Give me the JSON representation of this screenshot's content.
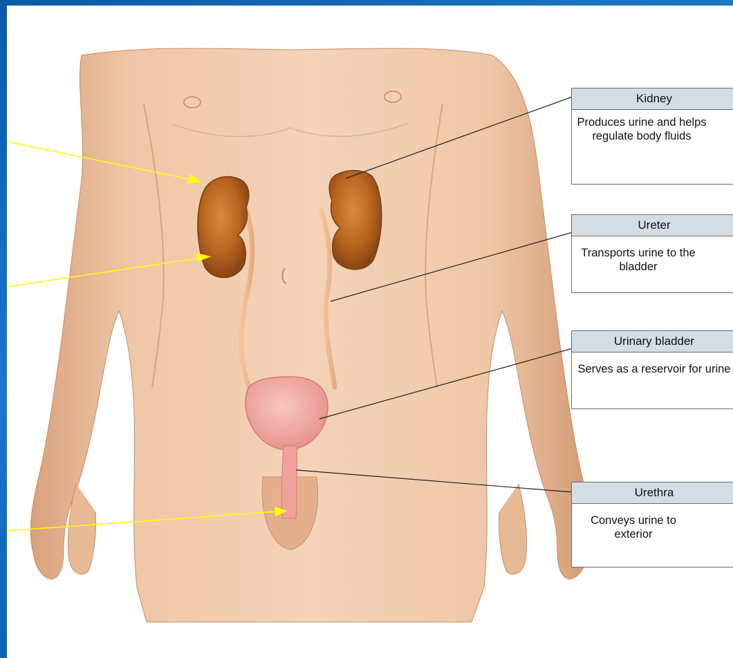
{
  "labels": [
    {
      "title": "Kidney",
      "description": "Produces urine and helps regulate body fluids"
    },
    {
      "title": "Ureter",
      "description": "Transports urine to the bladder"
    },
    {
      "title": "Urinary bladder",
      "description": "Serves as a reservoir for urine"
    },
    {
      "title": "Urethra",
      "description": "Conveys urine to exterior"
    }
  ],
  "colors": {
    "slide_border": "#1166b9",
    "skin": "#ecc4a4",
    "kidney": "#b8651f",
    "bladder": "#f2a9a4",
    "pointer_arrow": "#ffff00",
    "label_header": "#d3dde6"
  }
}
